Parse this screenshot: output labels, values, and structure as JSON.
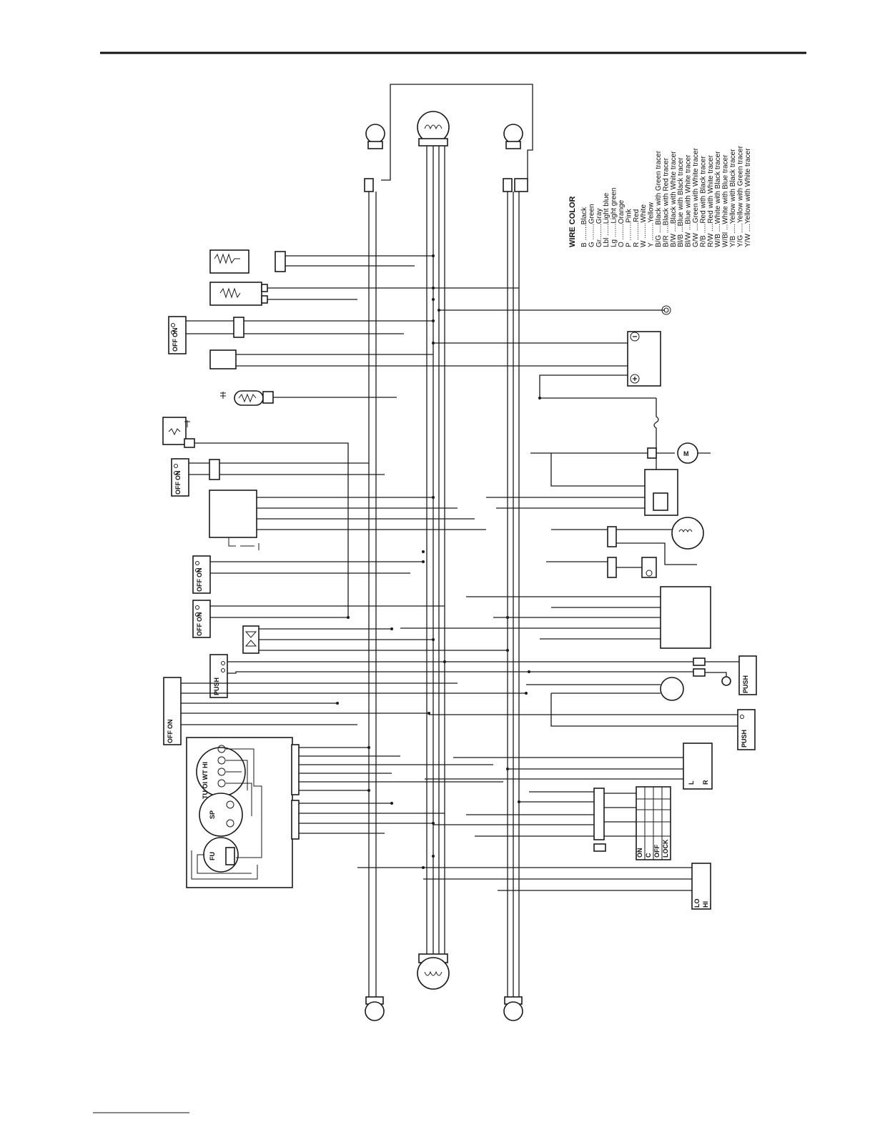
{
  "legend": {
    "title": "WIRE COLOR",
    "entries": [
      "B ........Black",
      "G ........Green",
      "Gr........Gray",
      "Lbl ......Light blue",
      "Lg .......Light green",
      "O ........Orange",
      "P .........Pink",
      "R .........Red",
      "W ........White",
      "Y .........Yellow",
      "B/G ....Black with Green tracer",
      "B/R ....Black with Red tracer",
      "B/W ....Black with White tracer",
      "Bl/B ...Blue with Black tracer",
      "Bl/W ...Blue with White tracer",
      "G/W ....Green with White tracer",
      "R/B .....Red with Black tracer",
      "R/W ....Red with White tracer",
      "W/B ....White with Black tracer",
      "W/Bl ...White with Blue tracer",
      "Y/B .....Yellow with Black tracer",
      "Y/G .....Yellow with Green tracer",
      "Y/W ....Yellow with White tracer"
    ]
  },
  "switches": {
    "on": "ON",
    "off": "OFF",
    "push": "PUSH",
    "lo": "LO",
    "hi": "HI",
    "l": "L",
    "r": "R",
    "c": "C",
    "lock": "LOCK"
  },
  "meter": {
    "indicators": "TU OI WT HI",
    "sp": "SP",
    "fu": "FU",
    "motor": "M"
  }
}
